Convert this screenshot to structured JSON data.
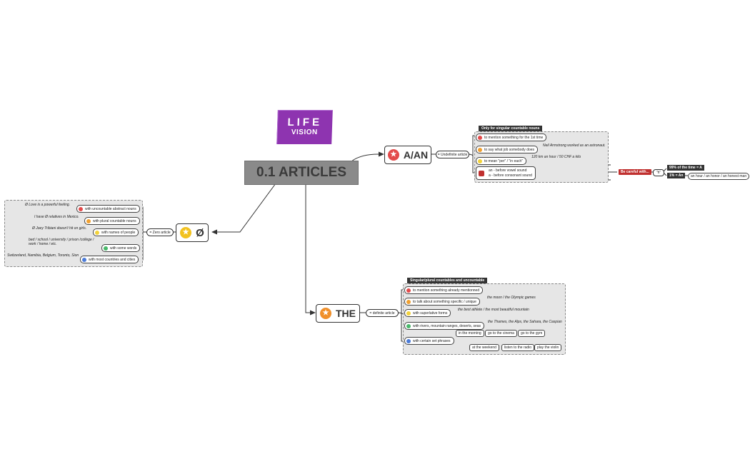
{
  "logo": {
    "line1": "LIFE",
    "line2": "VISION"
  },
  "central": {
    "title": "0.1 ARTICLES"
  },
  "aan": {
    "label": "A/AN",
    "connector": "= Undefinite article",
    "group_tag": "Only for singular countable nouns",
    "items": [
      {
        "text": "to mention something for the 1st time",
        "color": "#e34a4a",
        "note": ""
      },
      {
        "text": "to say what job somebody does",
        "color": "#f0a030",
        "note": "Neil Armstrong worked as an astronaut."
      },
      {
        "text": "to mean \"per\" / \"in each\"",
        "color": "#f2d23a",
        "note": "120 km an hour  / 50 CHF a kilo"
      }
    ],
    "an_line": "an - before vowel sound",
    "a_line": "a - before consonant sound",
    "careful": "Be careful with...",
    "h_label": "\"h\"",
    "h_a": "99% of the time = A",
    "h_an": "1% = An",
    "h_examples": "an hour / an honor / an honest man"
  },
  "the": {
    "label": "THE",
    "connector": "= definite article",
    "group_tag": "Singular/plural countables and uncountable",
    "items": [
      {
        "text": "to mention something already mentionned",
        "color": "#e34a4a",
        "note": ""
      },
      {
        "text": "to talk about something specific / unique",
        "color": "#f0a030",
        "note": "the moon / the Olympic games"
      },
      {
        "text": "with superlative forms",
        "color": "#f2d23a",
        "note": "the best athlete / the most beautiful mountain"
      },
      {
        "text": "with rivers, mountain ranges, deserts, seas",
        "color": "#49b86a",
        "note": "the Thames, the Alps, the Sahara, the Caspian"
      },
      {
        "text": "with certain set phrases",
        "color": "#4b7bd8",
        "note": ""
      }
    ],
    "phrases_top": [
      "in the morning",
      "go to the cinema",
      "go to the gym"
    ],
    "phrases_bottom": [
      "at the weekend",
      "listen to the radio",
      "play the violin"
    ]
  },
  "zero": {
    "label": "Ø",
    "connector": "= Zero article",
    "items": [
      {
        "text": "with uncountable abstract nouns",
        "color": "#e34a4a",
        "note": "Ø Love is a powerful feeling."
      },
      {
        "text": "with plural countable nouns",
        "color": "#f0a030",
        "note": "I have Ø relatives in Mexico."
      },
      {
        "text": "with names of people",
        "color": "#f2d23a",
        "note": "Ø Joey Tribiani doesn't hit on girls."
      },
      {
        "text": "with some words",
        "color": "#49b86a",
        "note": "bed / school / university / prison /college / work / home / etc."
      },
      {
        "text": "with most countries and cities",
        "color": "#4b7bd8",
        "note": "Switzerland, Namibia, Belgium, Toronto, Sion"
      }
    ]
  }
}
